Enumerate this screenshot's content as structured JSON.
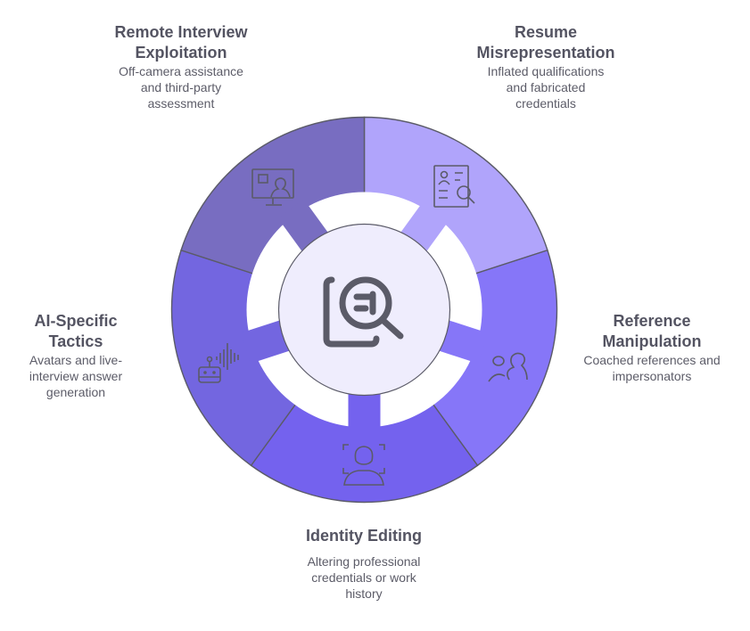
{
  "center": {
    "icon": "document-search-icon",
    "fill": "#efedfd"
  },
  "outline_color": "#5b5b68",
  "segments": [
    {
      "title_1": "Resume",
      "title_2": "Misrepresentation",
      "desc_1": "Inflated qualifications",
      "desc_2": "and fabricated",
      "desc_3": "credentials",
      "color": "#b0a4fb",
      "icon": "resume-search-icon"
    },
    {
      "title_1": "Reference",
      "title_2": "Manipulation",
      "desc_1": "Coached references and",
      "desc_2": "impersonators",
      "color": "#8676f8",
      "icon": "impersonator-icon"
    },
    {
      "title_1": "Identity Editing",
      "desc_1": "Altering professional",
      "desc_2": "credentials or work",
      "desc_3": "history",
      "color": "#7462ee",
      "icon": "face-scan-icon"
    },
    {
      "title_1": "AI-Specific",
      "title_2": "Tactics",
      "desc_1": "Avatars and live-",
      "desc_2": "interview answer",
      "desc_3": "generation",
      "color": "#7366e0",
      "icon": "robot-voice-icon"
    },
    {
      "title_1": "Remote Interview",
      "title_2": "Exploitation",
      "desc_1": "Off-camera assistance",
      "desc_2": "and third-party",
      "desc_3": "assessment",
      "color": "#786dc1",
      "icon": "video-call-icon"
    }
  ]
}
